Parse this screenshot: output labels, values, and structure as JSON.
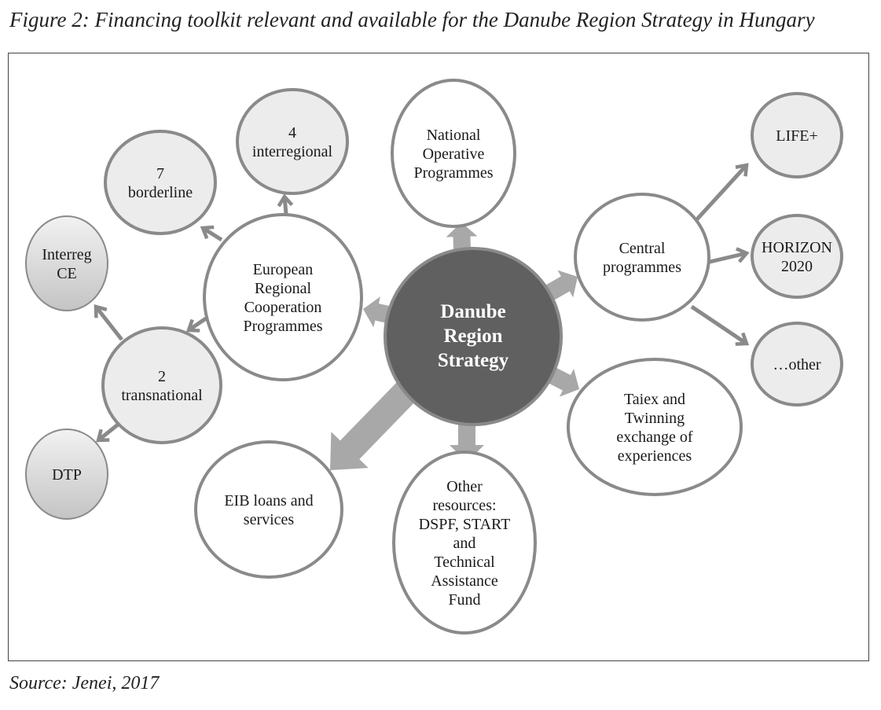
{
  "figure": {
    "title": "Figure 2: Financing toolkit relevant and available for the Danube Region Strategy in Hungary",
    "source": "Source: Jenei, 2017"
  },
  "nodes": [
    {
      "id": "danube",
      "lines": [
        "Danube",
        "Region",
        "Strategy"
      ],
      "style": "center"
    },
    {
      "id": "ercp",
      "lines": [
        "European",
        "Regional",
        "Cooperation",
        "Programmes"
      ],
      "style": "white"
    },
    {
      "id": "interregional",
      "lines": [
        "4",
        "interregional"
      ],
      "style": "light"
    },
    {
      "id": "borderline",
      "lines": [
        "7",
        "borderline"
      ],
      "style": "light"
    },
    {
      "id": "interreg-ce",
      "lines": [
        "Interreg",
        "CE"
      ],
      "style": "gradient"
    },
    {
      "id": "transnational",
      "lines": [
        "2",
        "transnational"
      ],
      "style": "light"
    },
    {
      "id": "dtp",
      "lines": [
        "DTP"
      ],
      "style": "gradient"
    },
    {
      "id": "national",
      "lines": [
        "National",
        "Operative",
        "Programmes"
      ],
      "style": "white"
    },
    {
      "id": "central",
      "lines": [
        "Central",
        "programmes"
      ],
      "style": "white"
    },
    {
      "id": "life",
      "lines": [
        "LIFE+"
      ],
      "style": "light"
    },
    {
      "id": "horizon",
      "lines": [
        "HORIZON",
        "2020"
      ],
      "style": "light"
    },
    {
      "id": "other",
      "lines": [
        "…other"
      ],
      "style": "light"
    },
    {
      "id": "taiex",
      "lines": [
        "Taiex and",
        "Twinning",
        "exchange of",
        "experiences"
      ],
      "style": "white"
    },
    {
      "id": "eib",
      "lines": [
        "EIB loans and",
        "services"
      ],
      "style": "white"
    },
    {
      "id": "other-resources",
      "lines": [
        "Other",
        "resources:",
        "DSPF, START",
        "and",
        "Technical",
        "Assistance",
        "Fund"
      ],
      "style": "white"
    }
  ],
  "colors": {
    "center": "#606060",
    "stroke": "#8a8a8a",
    "arrow": "#a8a8a8",
    "light": "#ececec"
  }
}
